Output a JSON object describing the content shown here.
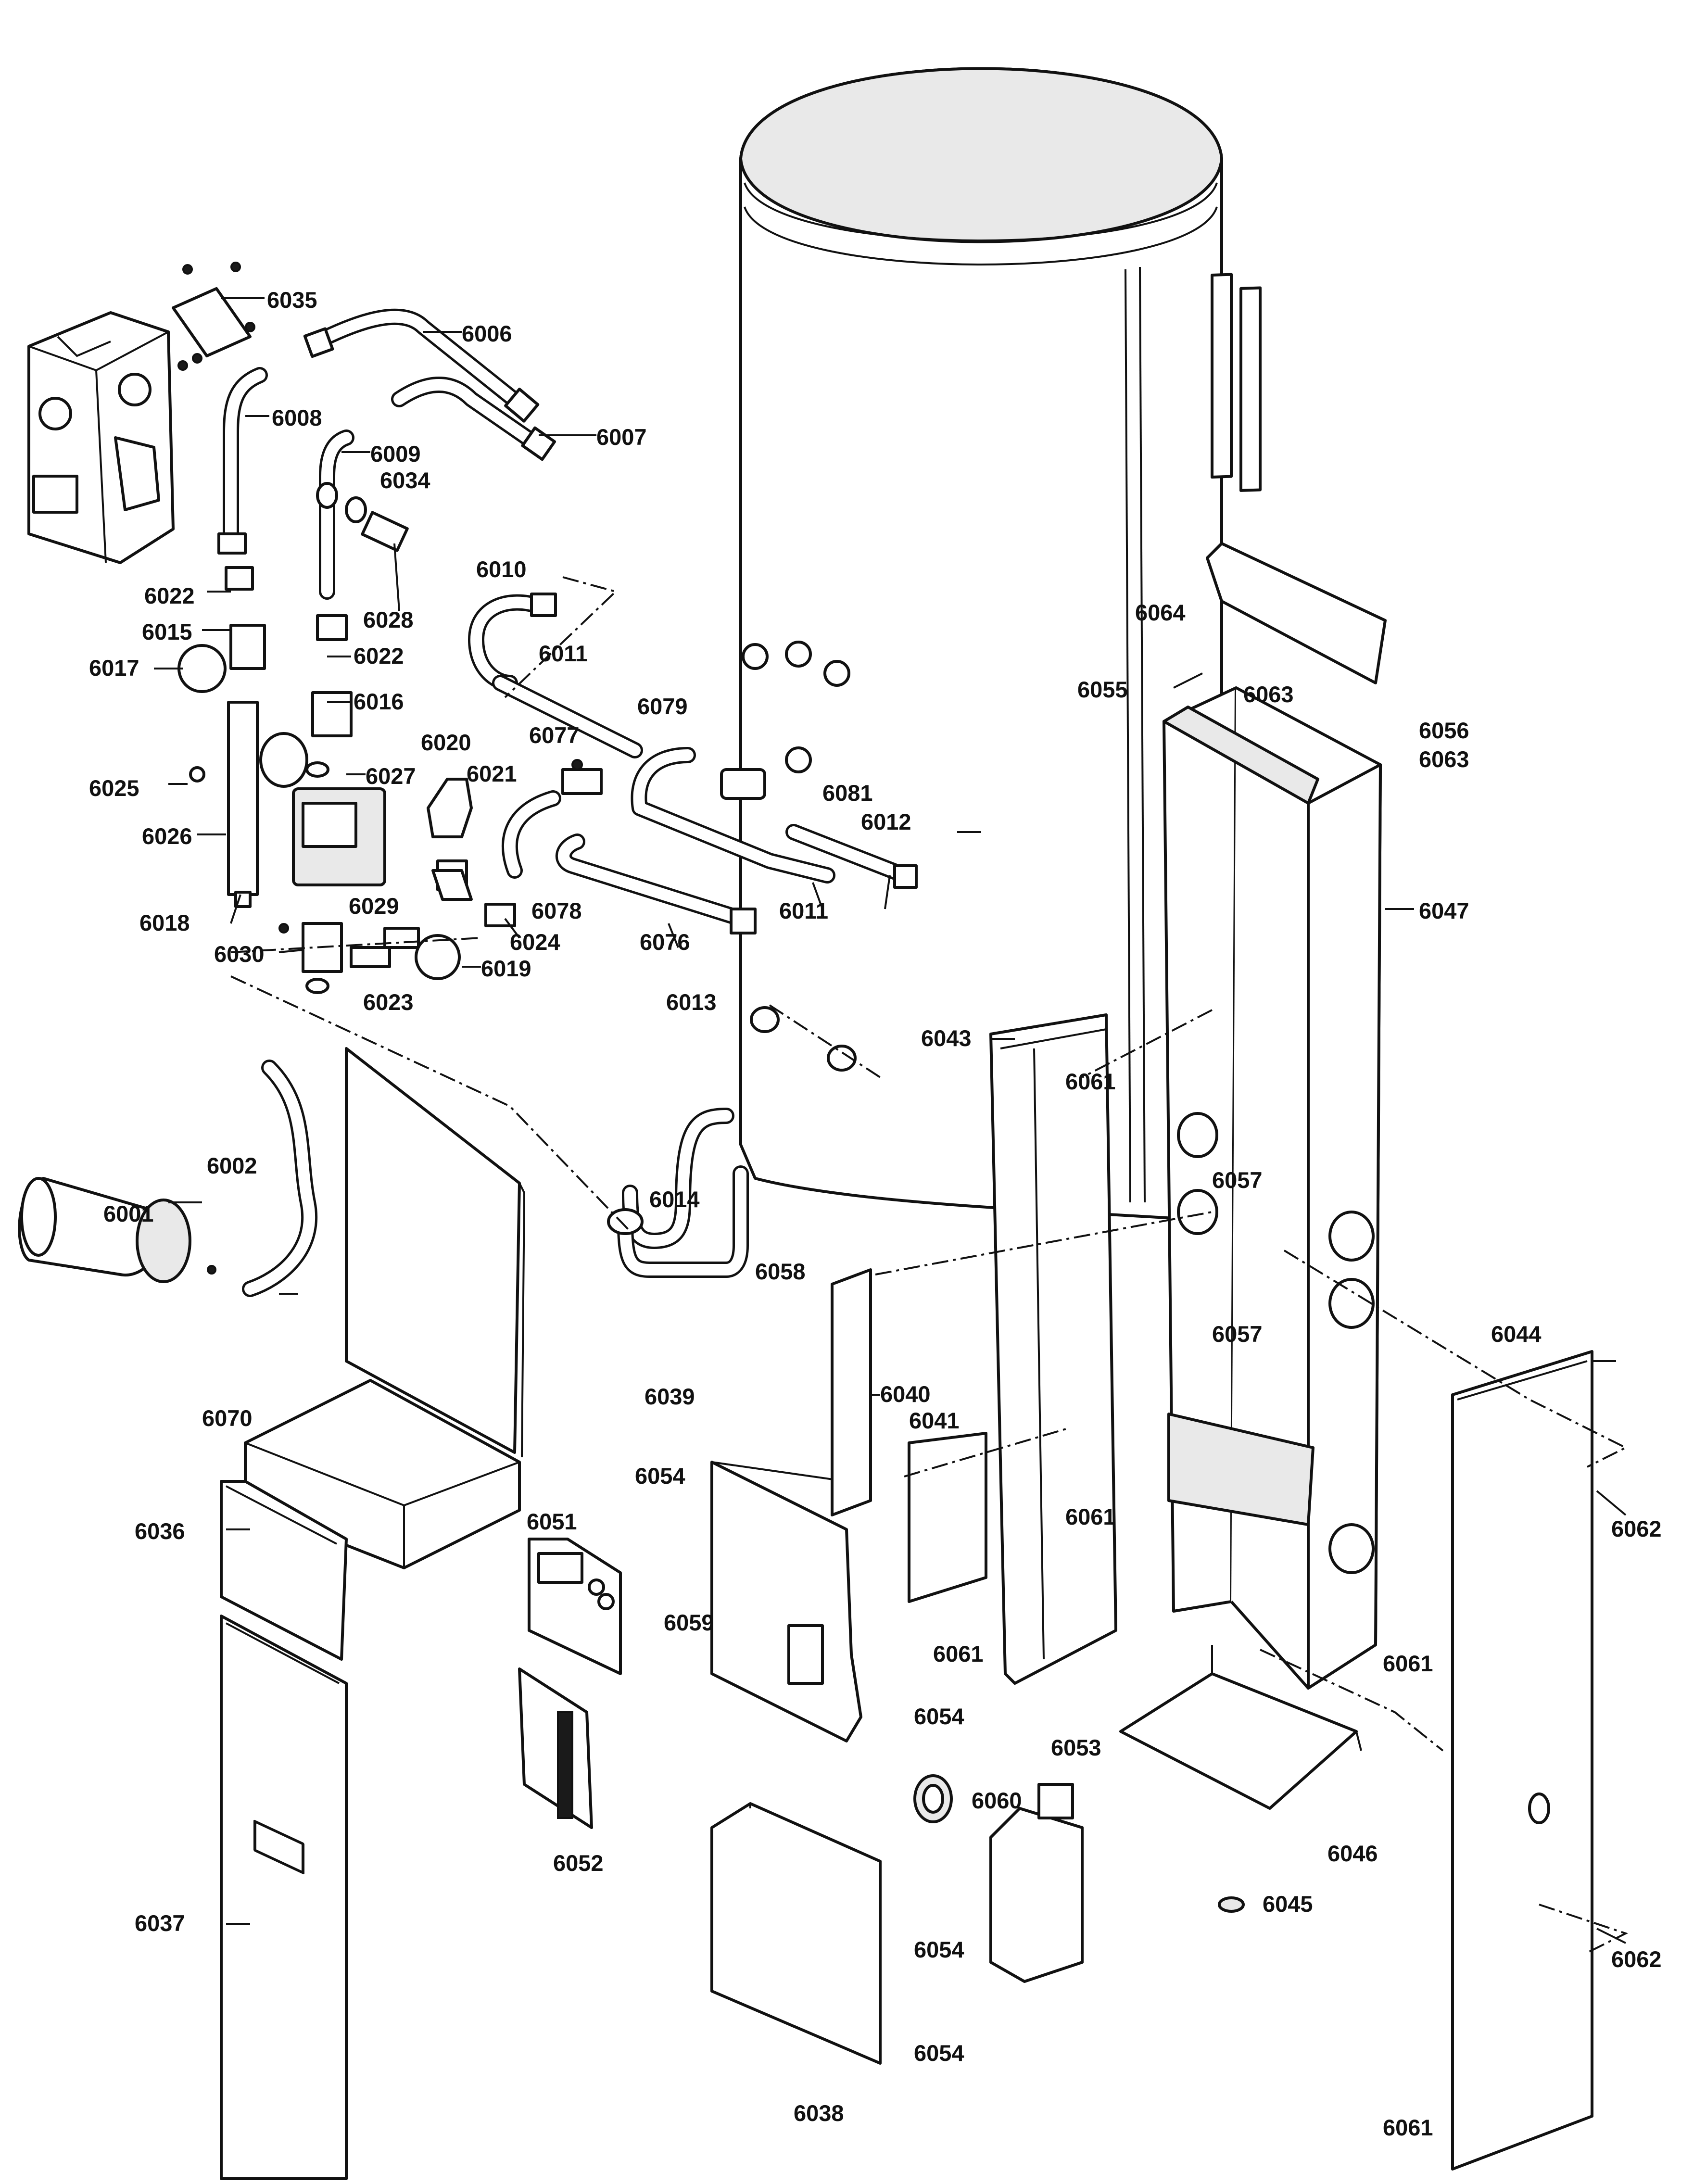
{
  "diagram": {
    "type": "exploded parts diagram",
    "part_labels": {
      "6001": "6001",
      "6002": "6002",
      "6006": "6006",
      "6007": "6007",
      "6008": "6008",
      "6009": "6009",
      "6010": "6010",
      "6011a": "6011",
      "6011b": "6011",
      "6012": "6012",
      "6013": "6013",
      "6014": "6014",
      "6015": "6015",
      "6016": "6016",
      "6017": "6017",
      "6018": "6018",
      "6019": "6019",
      "6020": "6020",
      "6021": "6021",
      "6022a": "6022",
      "6022b": "6022",
      "6023": "6023",
      "6024": "6024",
      "6025": "6025",
      "6026": "6026",
      "6027": "6027",
      "6028": "6028",
      "6029": "6029",
      "6030": "6030",
      "6034": "6034",
      "6035": "6035",
      "6036": "6036",
      "6037": "6037",
      "6038": "6038",
      "6039": "6039",
      "6040": "6040",
      "6041": "6041",
      "6043": "6043",
      "6044": "6044",
      "6045": "6045",
      "6046": "6046",
      "6047": "6047",
      "6051": "6051",
      "6052": "6052",
      "6053": "6053",
      "6054a": "6054",
      "6054b": "6054",
      "6054c": "6054",
      "6054d": "6054",
      "6055": "6055",
      "6056": "6056",
      "6057a": "6057",
      "6057b": "6057",
      "6058": "6058",
      "6059": "6059",
      "6060": "6060",
      "6061a": "6061",
      "6061b": "6061",
      "6061c": "6061",
      "6061d": "6061",
      "6061e": "6061",
      "6062a": "6062",
      "6062b": "6062",
      "6063a": "6063",
      "6063b": "6063",
      "6064": "6064",
      "6070": "6070",
      "6076": "6076",
      "6077": "6077",
      "6078": "6078",
      "6079": "6079",
      "6081": "6081"
    }
  }
}
